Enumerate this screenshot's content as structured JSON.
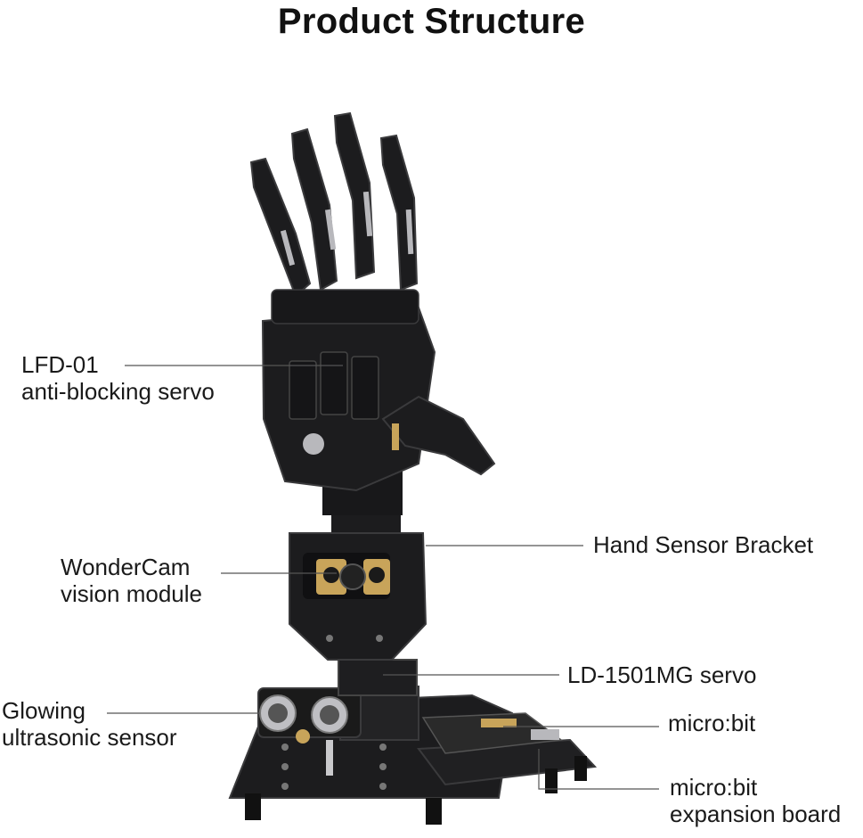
{
  "title": "Product Structure",
  "callouts": {
    "servo_lfd": {
      "line1": "LFD-01",
      "line2": "anti-blocking servo"
    },
    "wondercam": {
      "line1": "WonderCam",
      "line2": "vision module"
    },
    "glowing": {
      "line1": "Glowing",
      "line2": "ultrasonic sensor"
    },
    "hand_bracket": {
      "line1": "Hand Sensor Bracket"
    },
    "ld_servo": {
      "line1": "LD-1501MG servo"
    },
    "microbit": {
      "line1": "micro:bit"
    },
    "expansion": {
      "line1": "micro:bit",
      "line2": "expansion board"
    }
  },
  "colors": {
    "metal": "#1c1c1e",
    "metal_edge": "#3a3a3c",
    "silver": "#b8b8bc",
    "gold": "#c8a45a",
    "leader": "#555555",
    "pcb": "#2a2a2a"
  }
}
